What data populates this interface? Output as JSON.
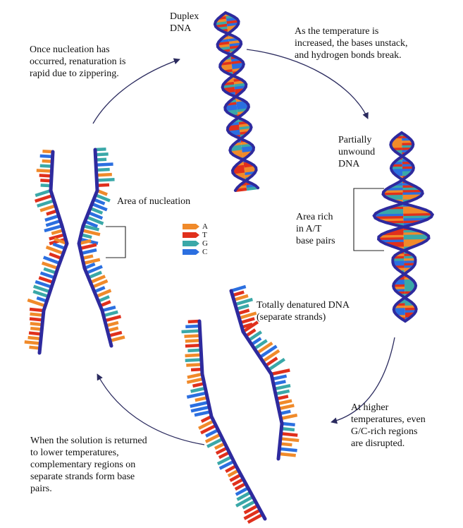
{
  "labels": {
    "duplex": "Duplex\nDNA",
    "heating": "As the temperature is\nincreased, the bases unstack,\nand hydrogen bonds break.",
    "partially": "Partially\nunwound\nDNA",
    "at_rich": "Area rich\nin A/T\nbase pairs",
    "denatured": "Totally denatured DNA\n(separate strands)",
    "higher": "At higher\ntemperatures, even\nG/C-rich regions\nare disrupted.",
    "lower": "When the solution is returned\nto lower temperatures,\ncomplementary regions on\nseparate strands form base\npairs.",
    "nucleation_area": "Area of nucleation",
    "zippering": "Once nucleation has\noccurred, renaturation is\nrapid due to zippering."
  },
  "legend": [
    {
      "base": "A",
      "color": "#f08a2a"
    },
    {
      "base": "T",
      "color": "#e0301c"
    },
    {
      "base": "G",
      "color": "#3aa8a8"
    },
    {
      "base": "C",
      "color": "#2b6fe0"
    }
  ],
  "colors": {
    "backbone": "#2e2a9e",
    "arrow": "#2a2a5e",
    "bracket": "#222222"
  }
}
